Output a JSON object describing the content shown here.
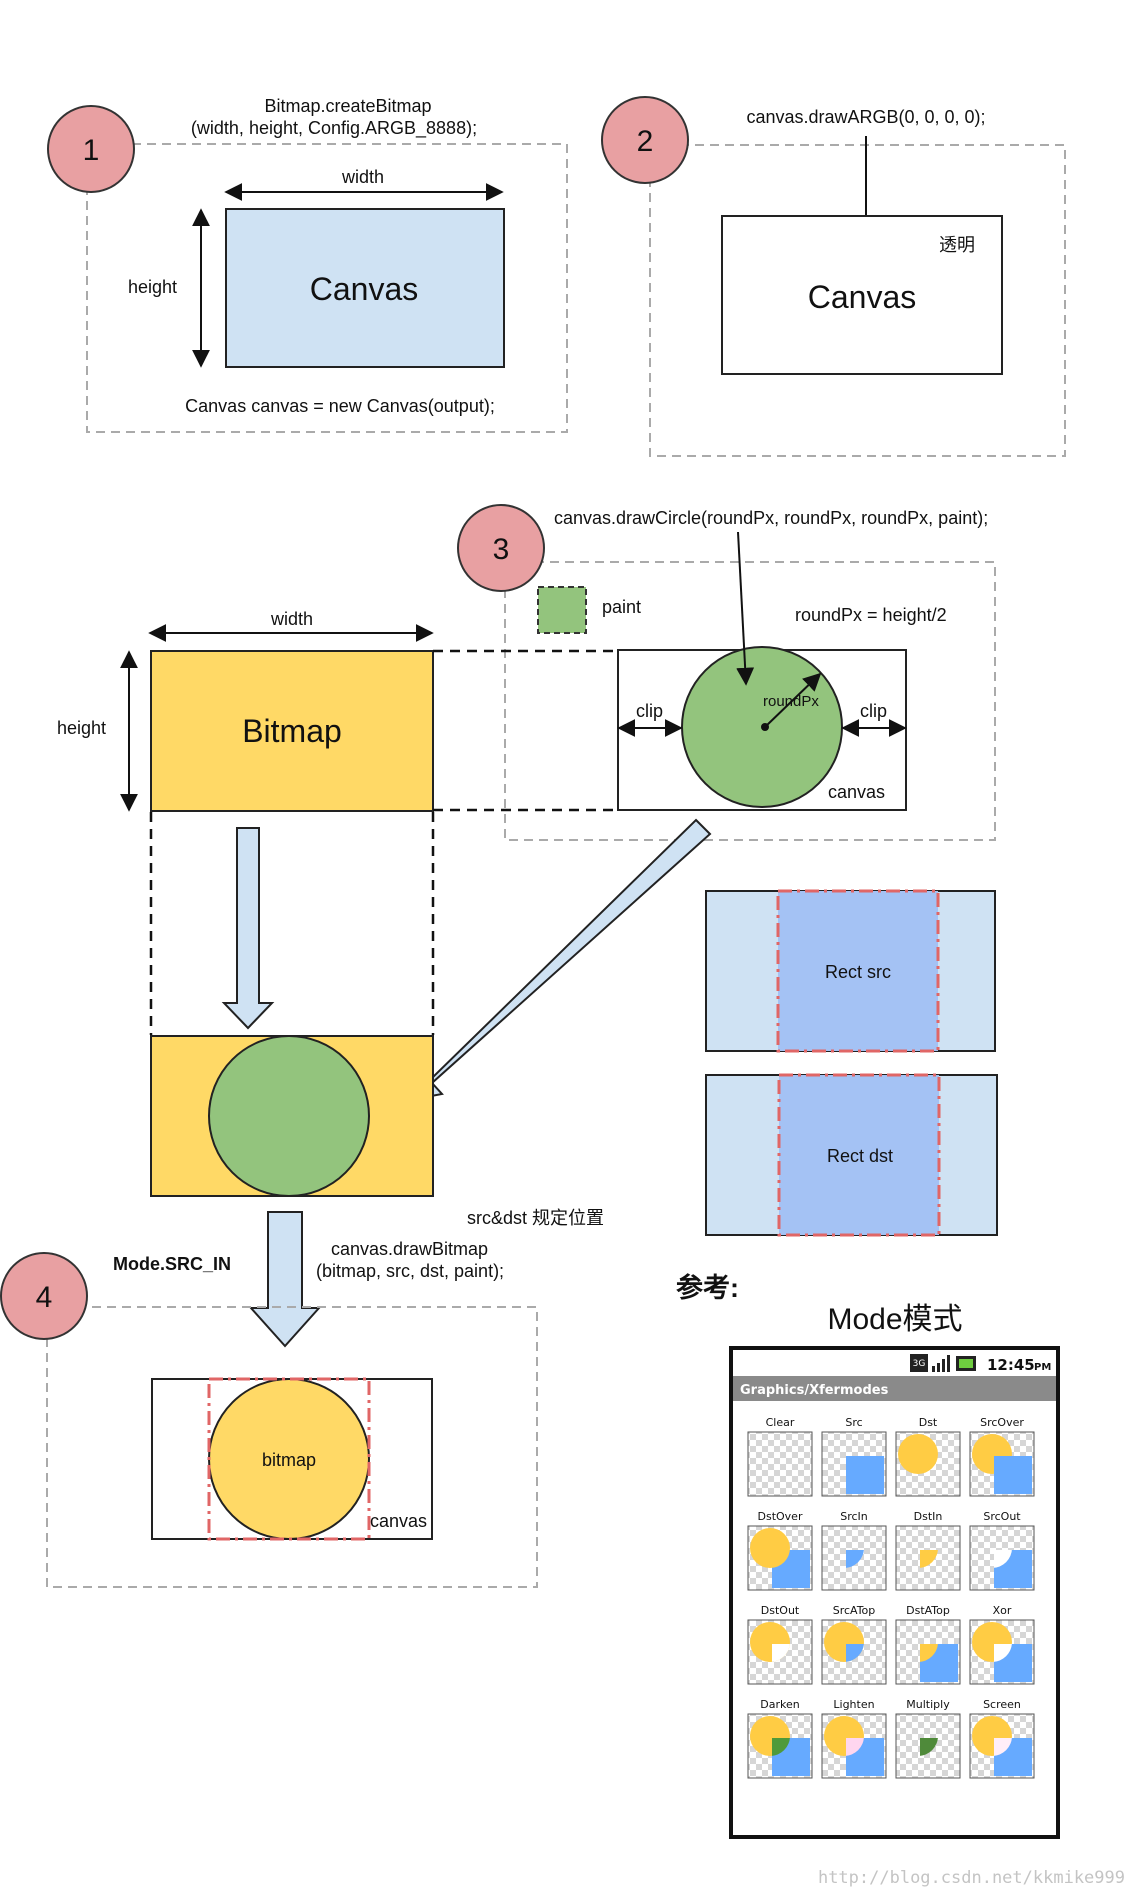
{
  "step1": {
    "number": "1",
    "create_line1": "Bitmap.createBitmap",
    "create_line2": "(width, height, Config.ARGB_8888);",
    "width_label": "width",
    "height_label": "height",
    "canvas_label": "Canvas",
    "code": "Canvas canvas = new Canvas(output);"
  },
  "step2": {
    "number": "2",
    "code": "canvas.drawARGB(0, 0, 0, 0);",
    "canvas_label": "Canvas",
    "transparent_label": "透明"
  },
  "step3": {
    "number": "3",
    "code": "canvas.drawCircle(roundPx, roundPx, roundPx, paint);",
    "paint_label": "paint",
    "roundpx_eq": "roundPx = height/2",
    "roundpx_label": "roundPx",
    "clip_left": "clip",
    "clip_right": "clip",
    "canvas_label": "canvas"
  },
  "bitmap_section": {
    "width_label": "width",
    "height_label": "height",
    "bitmap_label": "Bitmap"
  },
  "rects": {
    "src_label": "Rect src",
    "dst_label": "Rect dst",
    "note": "src&dst 规定位置"
  },
  "step4": {
    "number": "4",
    "mode_label": "Mode.SRC_IN",
    "code_line1": "canvas.drawBitmap",
    "code_line2": "(bitmap, src, dst, paint);",
    "bitmap_label": "bitmap",
    "canvas_label": "canvas"
  },
  "reference": {
    "title": "参考:",
    "mode_title": "Mode模式",
    "phone": {
      "time": "12:45",
      "ampm": "PM",
      "signal_badge": "3G",
      "app_title": "Graphics/Xfermodes",
      "modes": [
        "Clear",
        "Src",
        "Dst",
        "SrcOver",
        "DstOver",
        "SrcIn",
        "DstIn",
        "SrcOut",
        "DstOut",
        "SrcATop",
        "DstATop",
        "Xor",
        "Darken",
        "Lighten",
        "Multiply",
        "Screen"
      ]
    }
  },
  "watermark": "http://blog.csdn.net/kkmike999",
  "colors": {
    "step_circle": "#E8A0A2",
    "canvas_blue": "#CFE2F3",
    "bitmap_yellow": "#FFD966",
    "circle_green": "#93C47D",
    "rect_blue": "#A4C2F4",
    "dash_red": "#E06666",
    "frame_gray": "#AAAAAA",
    "mode_yellow": "#FFCC44",
    "mode_blue": "#66AAFF"
  }
}
